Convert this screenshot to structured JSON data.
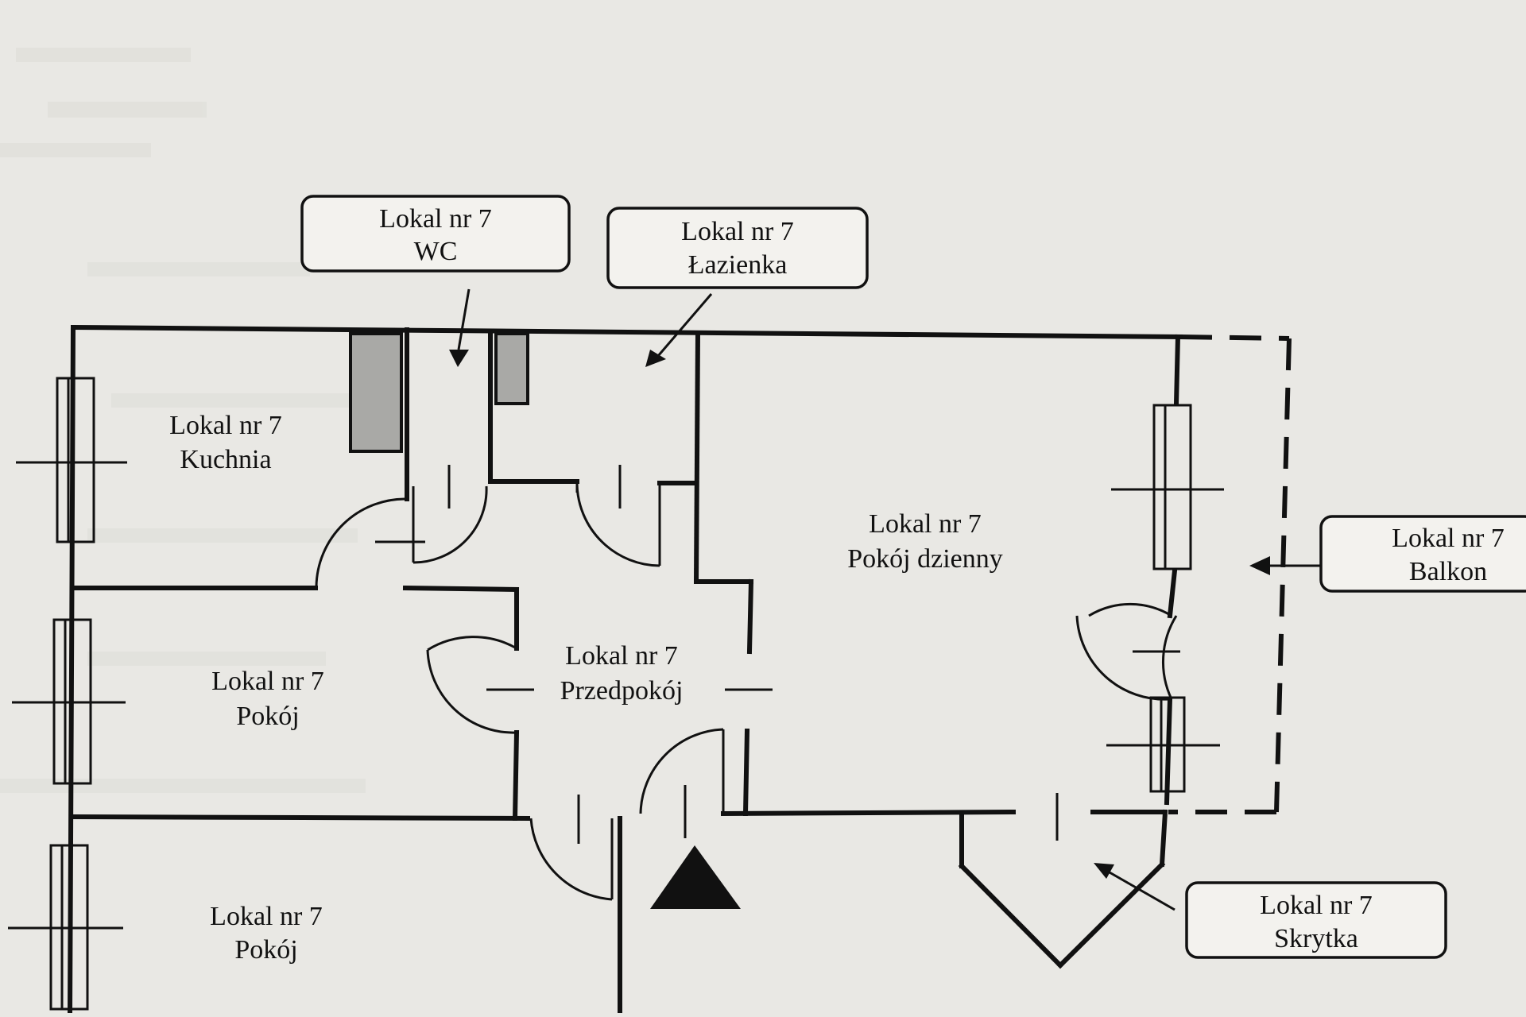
{
  "rooms": {
    "kuchnia": {
      "line1": "Lokal nr 7",
      "line2": "Kuchnia"
    },
    "pokoj_1": {
      "line1": "Lokal nr 7",
      "line2": "Pokój"
    },
    "pokoj_2": {
      "line1": "Lokal nr 7",
      "line2": "Pokój"
    },
    "przedpokoj": {
      "line1": "Lokal nr 7",
      "line2": "Przedpokój"
    },
    "dzienny": {
      "line1": "Lokal nr 7",
      "line2": "Pokój dzienny"
    }
  },
  "callouts": {
    "wc": {
      "line1": "Lokal nr 7",
      "line2": "WC"
    },
    "lazienka": {
      "line1": "Lokal nr 7",
      "line2": "Łazienka"
    },
    "balkon": {
      "line1": "Lokal nr 7",
      "line2": "Balkon"
    },
    "skrytka": {
      "line1": "Lokal nr 7",
      "line2": "Skrytka"
    }
  }
}
